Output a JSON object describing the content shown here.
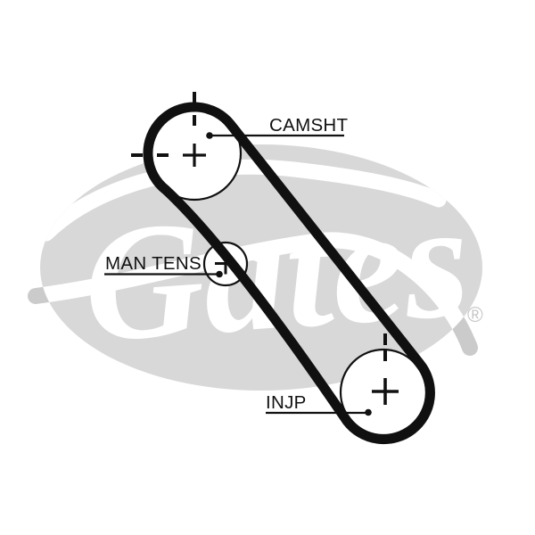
{
  "watermark": {
    "brand": "Gates",
    "registered_mark": "®"
  },
  "labels": {
    "camshaft": "CAMSHT",
    "manual_tensioner": "MAN TENS",
    "injection_pump": "INJP"
  },
  "colors": {
    "background": "#ffffff",
    "ink": "#111111",
    "belt": "#101010",
    "watermark_fill": "#d8d8d8",
    "watermark_outside": "#cbcbcb",
    "registered_color": "#c6c6c6"
  }
}
